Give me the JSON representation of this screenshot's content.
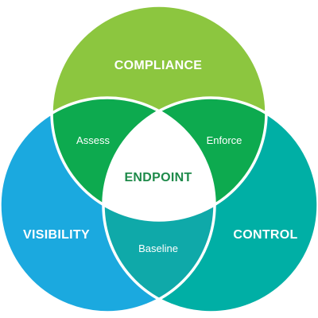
{
  "diagram": {
    "circles": {
      "compliance": {
        "label": "COMPLIANCE",
        "color": "#8cc63f"
      },
      "visibility": {
        "label": "VISIBILITY",
        "color": "#1ba9df"
      },
      "control": {
        "label": "CONTROL",
        "color": "#00afa5"
      }
    },
    "overlaps": {
      "compliance_visibility": {
        "label": "Assess",
        "color": "#0daa4f"
      },
      "compliance_control": {
        "label": "Enforce",
        "color": "#0daa4f"
      },
      "visibility_control": {
        "label": "Baseline",
        "color": "#0fa9a9"
      }
    },
    "center": {
      "label": "ENDPOINT",
      "color": "#ffffff",
      "text_color": "#1e8a4a"
    },
    "outline_color": "#ffffff"
  }
}
